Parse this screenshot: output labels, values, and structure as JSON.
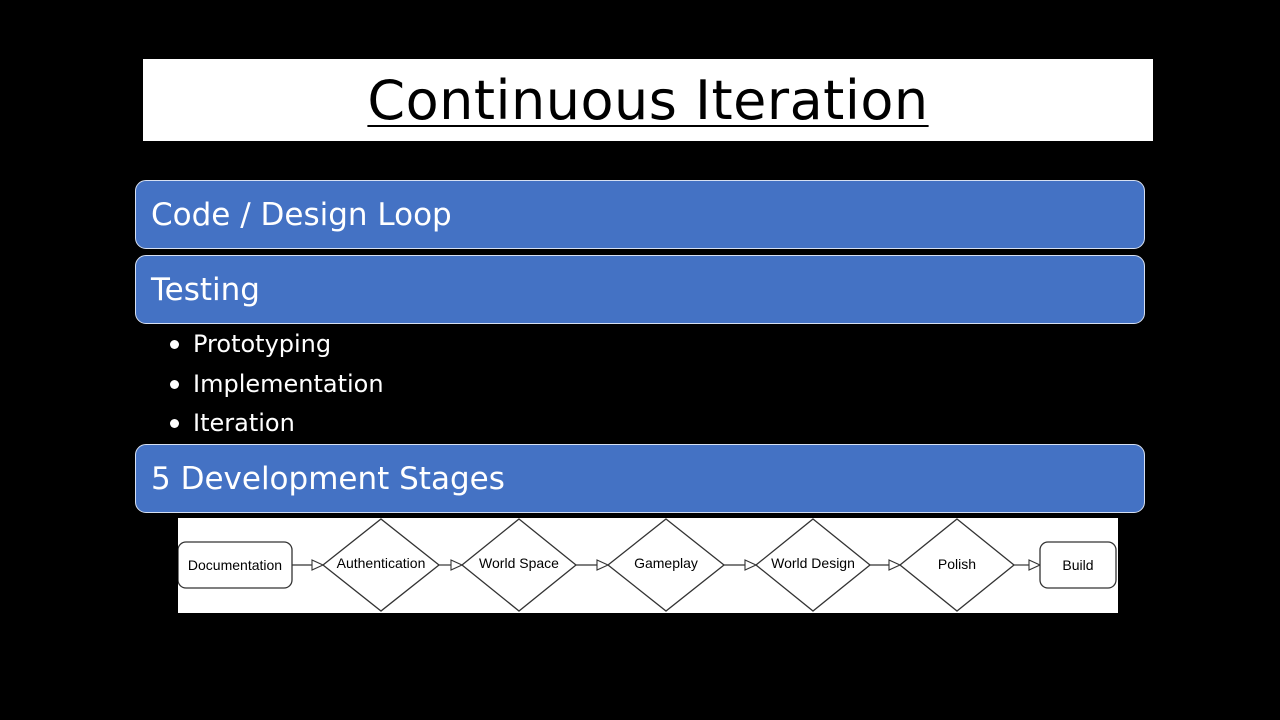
{
  "slide": {
    "title": "Continuous Iteration",
    "sections": [
      {
        "label": "Code / Design Loop"
      },
      {
        "label": "Testing"
      },
      {
        "label": "5 Development Stages"
      }
    ],
    "bullets": [
      "Prototyping",
      "Implementation",
      "Iteration"
    ]
  },
  "flowchart": {
    "nodes": [
      {
        "label": "Documentation",
        "shape": "rounded-rect"
      },
      {
        "label": "Authentication",
        "shape": "diamond"
      },
      {
        "label": "World Space",
        "shape": "diamond"
      },
      {
        "label": "Gameplay",
        "shape": "diamond"
      },
      {
        "label": "World Design",
        "shape": "diamond"
      },
      {
        "label": "Polish",
        "shape": "diamond"
      },
      {
        "label": "Build",
        "shape": "rounded-rect"
      }
    ]
  },
  "colors": {
    "background": "#000000",
    "section_bar": "#4472c4",
    "text_light": "#ffffff"
  }
}
